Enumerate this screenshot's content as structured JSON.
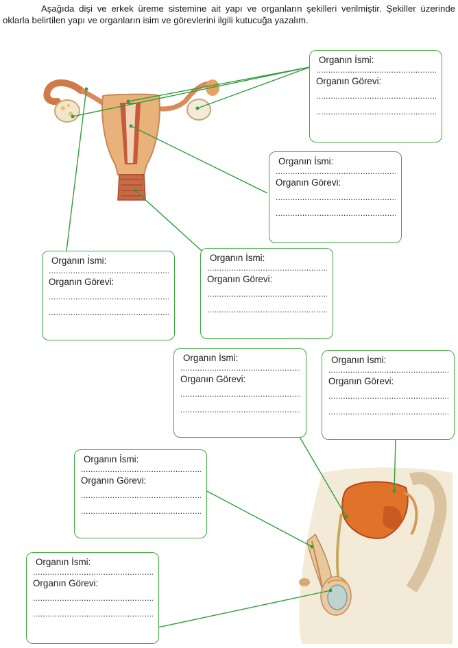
{
  "worksheet": {
    "intro": "Aşağıda dişi ve erkek üreme sistemine ait yapı ve organların şekilleri verilmiştir. Şekiller üzerinde oklarla belirtilen yapı ve organların isim ve görevlerini ilgili kutucuğa yazalım.",
    "accent_color": "#3daa3d",
    "female_boxes": [
      {
        "name_label": "Organın İsmi:",
        "task_label": "Organın Görevi:",
        "dots": "......................................................"
      },
      {
        "name_label": "Organın İsmi:",
        "task_label": "Organın Görevi:",
        "dots": "......................................................"
      },
      {
        "name_label": "Organın İsmi:",
        "task_label": "Organın Görevi:",
        "dots": "......................................................"
      },
      {
        "name_label": "Organın İsmi:",
        "task_label": "Organın Görevi:",
        "dots": "......................................................"
      }
    ],
    "male_boxes": [
      {
        "name_label": "Organın İsmi:",
        "task_label": "Organın Görevi:",
        "dots": "......................................................"
      },
      {
        "name_label": "Organın İsmi:",
        "task_label": "Organın Görevi:",
        "dots": "......................................................"
      },
      {
        "name_label": "Organın İsmi:",
        "task_label": "Organın Görevi:",
        "dots": "......................................................"
      },
      {
        "name_label": "Organın İsmi:",
        "task_label": "Organın Görevi:",
        "dots": "......................................................"
      }
    ]
  }
}
